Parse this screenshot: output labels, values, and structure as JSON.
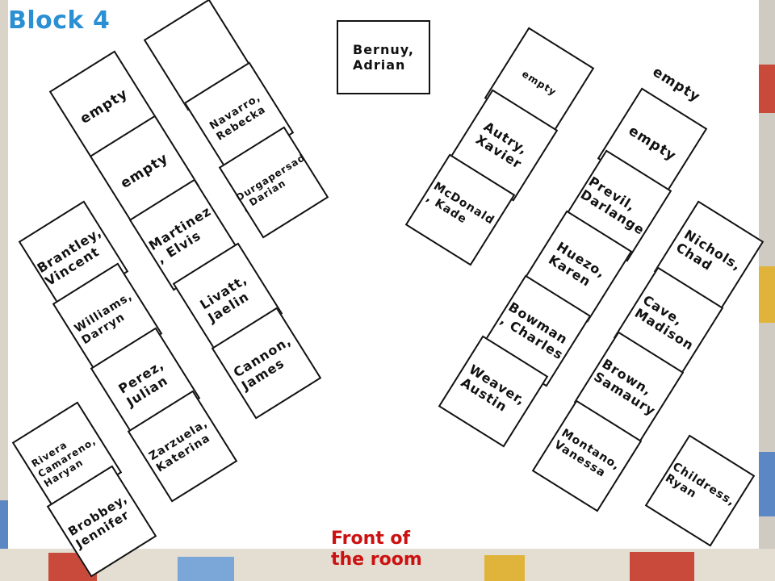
{
  "title": "Block 4",
  "front_label": "Front of\nthe room",
  "desks": [
    {
      "id": "blank-top",
      "name": ""
    },
    {
      "id": "empty-1",
      "name": "empty"
    },
    {
      "id": "navarro",
      "name": "Navarro,\nRebecka"
    },
    {
      "id": "durgapersad",
      "name": "Durgapersad\n, Darian"
    },
    {
      "id": "empty-2",
      "name": "empty"
    },
    {
      "id": "martinez",
      "name": "Martinez\n, Elvis"
    },
    {
      "id": "livatt",
      "name": "Livatt,\nJaelin"
    },
    {
      "id": "cannon",
      "name": "Cannon,\nJames"
    },
    {
      "id": "brantley",
      "name": "Brantley,\nVincent"
    },
    {
      "id": "williams",
      "name": "Williams,\nDarryn"
    },
    {
      "id": "perez",
      "name": "Perez,\nJulian"
    },
    {
      "id": "zarzuela",
      "name": "Zarzuela,\nKaterina"
    },
    {
      "id": "rivera",
      "name": "Rivera\nCamareno,\nHaryan"
    },
    {
      "id": "brobbey",
      "name": "Brobbey,\nJennifer"
    },
    {
      "id": "bernuy",
      "name": "Bernuy,\nAdrian"
    },
    {
      "id": "empty-3",
      "name": "empty"
    },
    {
      "id": "autry",
      "name": "Autry,\nXavier"
    },
    {
      "id": "mcdonald",
      "name": "McDonald\n, Kade"
    },
    {
      "id": "empty-4",
      "name": "empty"
    },
    {
      "id": "previl",
      "name": "Previl,\nDarlange"
    },
    {
      "id": "huezo",
      "name": "Huezo,\nKaren"
    },
    {
      "id": "bowman",
      "name": "Bowman\n, Charles"
    },
    {
      "id": "weaver",
      "name": "Weaver,\nAustin"
    },
    {
      "id": "nichols",
      "name": "Nichols,\nChad"
    },
    {
      "id": "cave",
      "name": "Cave,\nMadison"
    },
    {
      "id": "brown",
      "name": "Brown,\nSamaury"
    },
    {
      "id": "montano",
      "name": "Montano,\nVanessa"
    },
    {
      "id": "childress",
      "name": "Childress,\nRyan"
    }
  ],
  "floating_labels": [
    {
      "id": "empty-right-top",
      "text": "empty"
    }
  ]
}
